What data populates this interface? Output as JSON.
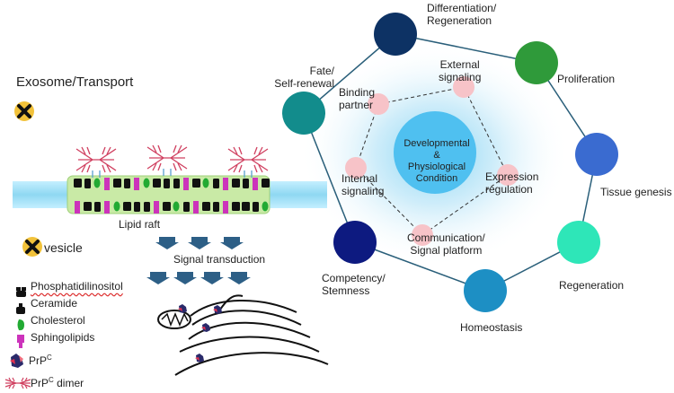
{
  "left_panel": {
    "exosome_title": "Exosome/Transport",
    "lipid_raft_label": "Lipid raft",
    "signal_label": "Signal transduction",
    "vesicle_label": "vesicle",
    "legend": [
      {
        "icon": "phosphatidylinositol-icon",
        "label": "Phosphatidilinositol",
        "color": "#111111"
      },
      {
        "icon": "ceramide-icon",
        "label": "Ceramide",
        "color": "#111111"
      },
      {
        "icon": "cholesterol-icon",
        "label": "Cholesterol",
        "color": "#22aa33"
      },
      {
        "icon": "sphingolipid-icon",
        "label": "Sphingolipids",
        "color": "#cc33bb"
      },
      {
        "icon": "prpc-icon",
        "label": "PrP",
        "sup": "C",
        "color": "#d04060"
      },
      {
        "icon": "prpc-dimer-icon",
        "label": "PrP",
        "sup": "C",
        "suffix": " dimer",
        "color": "#d04060"
      }
    ]
  },
  "center": {
    "title": [
      "Developmental",
      "&",
      "Physiological",
      "Condition"
    ],
    "inner_nodes": [
      {
        "label": [
          "External",
          "signaling"
        ]
      },
      {
        "label": [
          "Binding",
          "partner"
        ]
      },
      {
        "label": [
          "Internal",
          "signaling"
        ]
      },
      {
        "label": [
          "Communication/",
          "Signal platform"
        ]
      },
      {
        "label": [
          "Expression",
          "regulation"
        ]
      }
    ]
  },
  "outer_nodes": [
    {
      "label": [
        "Differentiation/",
        "Regeneration"
      ],
      "color": "#0d3264"
    },
    {
      "label": [
        "Proliferation"
      ],
      "color": "#2f9a3a"
    },
    {
      "label": [
        "Tissue genesis"
      ],
      "color": "#3a6bd0"
    },
    {
      "label": [
        "Regeneration"
      ],
      "color": "#2ee6b8"
    },
    {
      "label": [
        "Homeostasis"
      ],
      "color": "#1d8fc4"
    },
    {
      "label": [
        "Competency/",
        "Stemness"
      ],
      "color": "#0d1a80"
    },
    {
      "label": [
        "Fate/",
        "Self-renewal"
      ],
      "color": "#128c8c"
    }
  ],
  "colors": {
    "edge": "#2a5f7a",
    "inner_node": "#f7c3c8",
    "center_core": "#4fc0f0",
    "membrane": "#a8e4f5",
    "raft": "#c9eaa6",
    "arrow": "#2d5f86"
  }
}
